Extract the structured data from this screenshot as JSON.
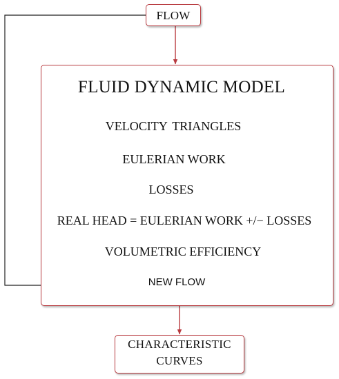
{
  "flow_node": {
    "label": "FLOW"
  },
  "model": {
    "title": "FLUID DYNAMIC MODEL",
    "steps": [
      "VELOCITY  TRIANGLES",
      "EULERIAN WORK",
      "LOSSES",
      "REAL HEAD = EULERIAN WORK +/− LOSSES",
      "VOLUMETRIC EFFICIENCY",
      "NEW FLOW"
    ]
  },
  "output_node": {
    "label_lines": [
      "CHARACTERISTIC",
      "CURVES"
    ]
  },
  "colors": {
    "box_border": "#b83a3f",
    "arrow": "#b83a3f",
    "feedback_line": "#222222",
    "text": "#111111"
  }
}
